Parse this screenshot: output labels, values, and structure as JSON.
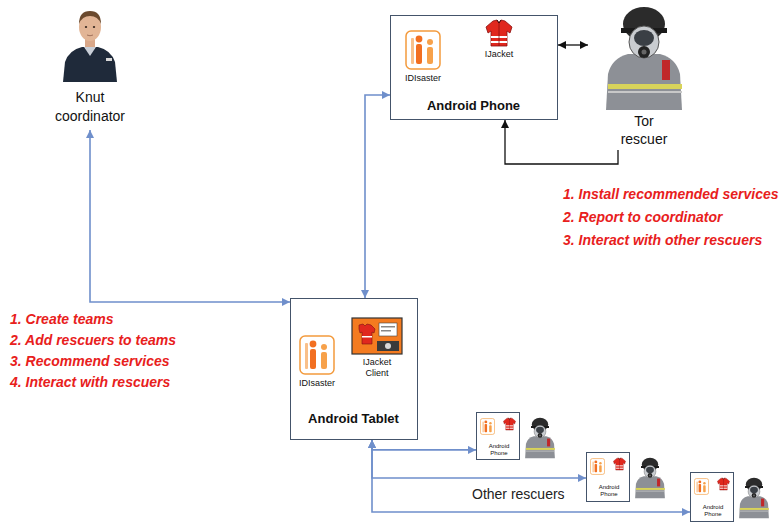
{
  "diagram": {
    "nodes": [
      {
        "text": [
          "Knut coordinator"
        ]
      },
      {
        "text": [
          "IDIsaster",
          "IJacket",
          "Android Phone"
        ]
      },
      {
        "text": [
          "Tor rescuer"
        ]
      },
      {
        "text": [
          "IDIsaster",
          "IJacket Client",
          "Android Tablet"
        ]
      },
      {
        "text": [
          "Android Phone"
        ]
      },
      {
        "text": [
          "Android Phone"
        ]
      },
      {
        "text": [
          "Android Phone"
        ]
      }
    ],
    "edges": [
      {
        "from": 3,
        "to": 0,
        "arrow": "both"
      },
      {
        "from": 3,
        "to": 1,
        "arrow": "both"
      },
      {
        "from": 1,
        "to": 2,
        "arrow": "both"
      },
      {
        "from": 2,
        "to": 1,
        "arrow": "to"
      },
      {
        "from": 3,
        "to": 4,
        "arrow": "both"
      },
      {
        "from": 3,
        "to": 5,
        "arrow": "both"
      },
      {
        "from": 3,
        "to": 6,
        "arrow": "both"
      }
    ],
    "labels": [
      "1. Install recommended services",
      "2. Report to coordinator",
      "3. Interact with other rescuers",
      "1. Create teams",
      "2. Add rescuers to teams",
      "3. Recommend services",
      "4. Interact with rescuers",
      "Other rescuers"
    ]
  }
}
